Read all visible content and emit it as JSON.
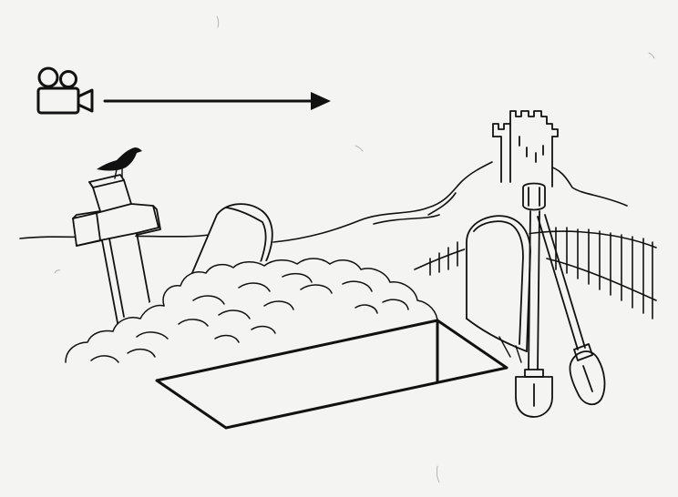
{
  "scene": {
    "paper_color": "#f4f4f2",
    "ink_color": "#111111",
    "icons": {
      "camera": "movie-camera-icon",
      "arrow": "arrow-right-icon"
    },
    "objects": [
      "cross-gravestone",
      "crow",
      "rounded-headstone",
      "dirt-pile",
      "open-grave",
      "castle-tower",
      "hill",
      "picket-fence",
      "arched-headstone",
      "shovel",
      "spade"
    ]
  }
}
